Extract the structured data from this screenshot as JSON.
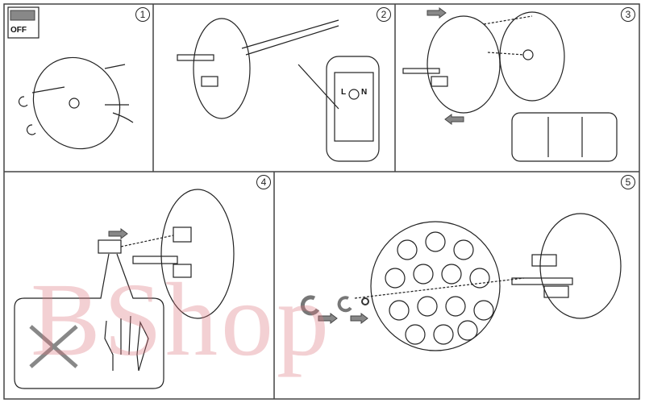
{
  "steps": {
    "s1": "1",
    "s2": "2",
    "s3": "3",
    "s4": "4",
    "s5": "5"
  },
  "labels": {
    "switch_off": "OFF",
    "live": "L",
    "neutral": "N"
  },
  "watermark": "BShop",
  "colors": {
    "line": "#222222",
    "watermark": "#dc7882",
    "arrow": "#888888"
  }
}
